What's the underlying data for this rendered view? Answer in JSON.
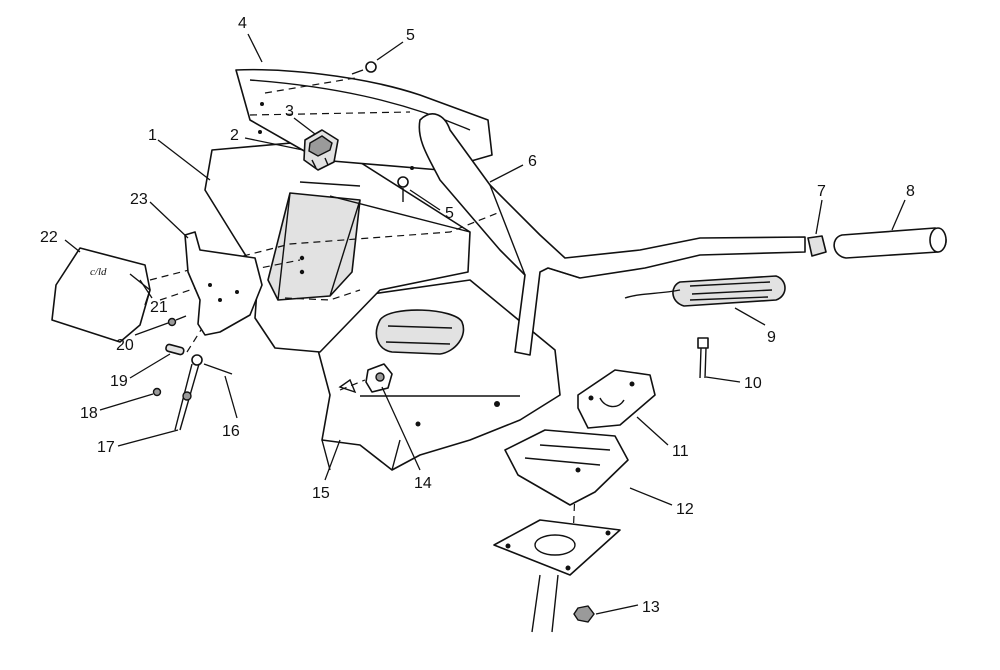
{
  "callouts": [
    {
      "id": "1",
      "text": "1"
    },
    {
      "id": "2",
      "text": "2"
    },
    {
      "id": "3",
      "text": "3"
    },
    {
      "id": "4",
      "text": "4"
    },
    {
      "id": "5a",
      "text": "5"
    },
    {
      "id": "5b",
      "text": "5"
    },
    {
      "id": "6",
      "text": "6"
    },
    {
      "id": "7",
      "text": "7"
    },
    {
      "id": "8",
      "text": "8"
    },
    {
      "id": "9",
      "text": "9"
    },
    {
      "id": "10",
      "text": "10"
    },
    {
      "id": "11",
      "text": "11"
    },
    {
      "id": "12",
      "text": "12"
    },
    {
      "id": "13",
      "text": "13"
    },
    {
      "id": "14",
      "text": "14"
    },
    {
      "id": "15",
      "text": "15"
    },
    {
      "id": "16",
      "text": "16"
    },
    {
      "id": "17",
      "text": "17"
    },
    {
      "id": "18",
      "text": "18"
    },
    {
      "id": "19",
      "text": "19"
    },
    {
      "id": "20",
      "text": "20"
    },
    {
      "id": "21",
      "text": "21"
    },
    {
      "id": "22",
      "text": "22"
    },
    {
      "id": "23",
      "text": "23"
    }
  ],
  "cover_stamp": "c/ld"
}
